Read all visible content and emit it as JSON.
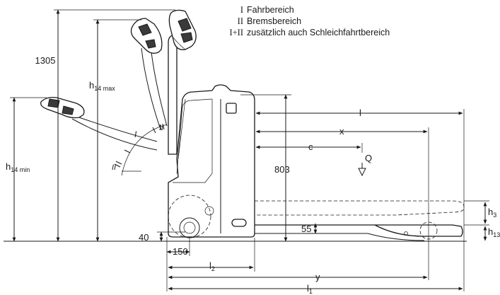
{
  "legend": [
    {
      "key": "I",
      "text": "Fahrbereich"
    },
    {
      "key": "II",
      "text": "Bremsbereich"
    },
    {
      "key": "I+II",
      "text": "zusätzlich auch Schleichfahrtbereich"
    }
  ],
  "dimensions": {
    "height_1305": "1305",
    "h14max_main": "h",
    "h14max_sub": "14 max",
    "h14min_main": "h",
    "h14min_sub": "14 min",
    "zone_I": "I",
    "zone_II": "II",
    "val_803": "803",
    "val_40": "40",
    "val_150": "150",
    "val_55": "55",
    "l_label": "l",
    "x_label": "x",
    "c_label": "c",
    "q_label": "Q",
    "h3_main": "h",
    "h3_sub": "3",
    "h13_main": "h",
    "h13_sub": "13",
    "l2_main": "l",
    "l2_sub": "2",
    "y_label": "y",
    "l1_main": "l",
    "l1_sub": "1"
  }
}
